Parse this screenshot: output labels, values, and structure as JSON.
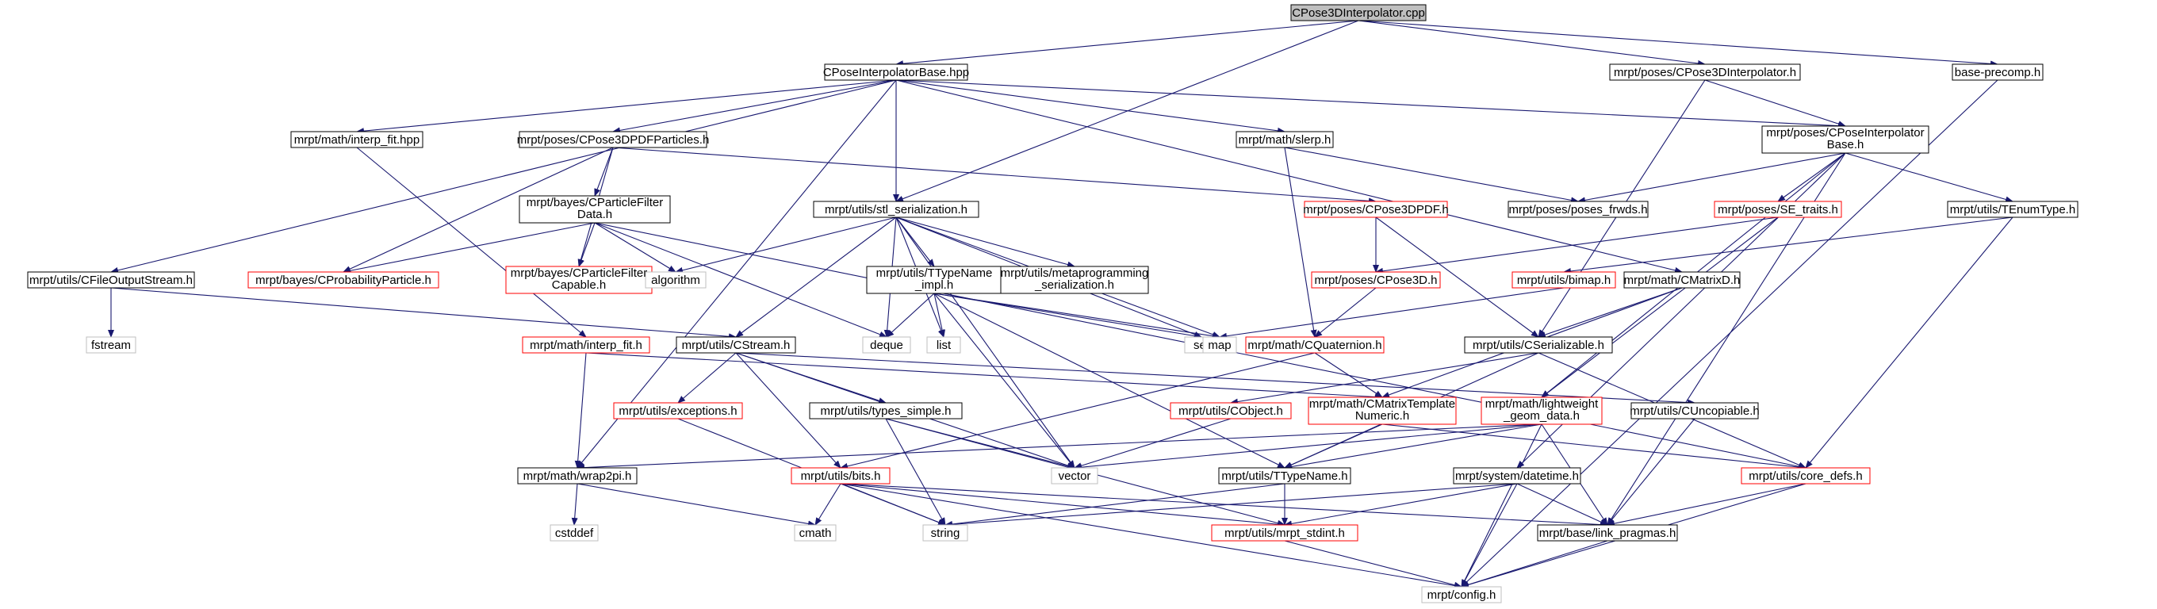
{
  "colors": {
    "root_fill": "#bfbfbf",
    "normal_border": "#000000",
    "truncated_border": "#ff0000",
    "system_border": "#bfbfbf",
    "edge": "#191970"
  },
  "nodes": [
    {
      "id": "root",
      "lines": [
        "CPose3DInterpolator.cpp"
      ],
      "kind": "root"
    },
    {
      "id": "cposeinterp_hpp",
      "lines": [
        "CPoseInterpolatorBase.hpp"
      ],
      "kind": "normal"
    },
    {
      "id": "poses_cpose3dinterp_h",
      "lines": [
        "mrpt/poses/CPose3DInterpolator.h"
      ],
      "kind": "normal"
    },
    {
      "id": "base_precomp",
      "lines": [
        "base-precomp.h"
      ],
      "kind": "normal"
    },
    {
      "id": "interp_fit_hpp",
      "lines": [
        "mrpt/math/interp_fit.hpp"
      ],
      "kind": "normal"
    },
    {
      "id": "cpose3dpdfparticles",
      "lines": [
        "mrpt/poses/CPose3DPDFParticles.h"
      ],
      "kind": "normal"
    },
    {
      "id": "slerp",
      "lines": [
        "mrpt/math/slerp.h"
      ],
      "kind": "normal"
    },
    {
      "id": "cposeinterp_base_h",
      "lines": [
        "mrpt/poses/CPoseInterpolator",
        "Base.h"
      ],
      "kind": "normal"
    },
    {
      "id": "cparticlefilterdata",
      "lines": [
        "mrpt/bayes/CParticleFilter",
        "Data.h"
      ],
      "kind": "normal"
    },
    {
      "id": "stl_serialization",
      "lines": [
        "mrpt/utils/stl_serialization.h"
      ],
      "kind": "normal"
    },
    {
      "id": "cpose3dpdf",
      "lines": [
        "mrpt/poses/CPose3DPDF.h"
      ],
      "kind": "truncated"
    },
    {
      "id": "poses_frwds",
      "lines": [
        "mrpt/poses/poses_frwds.h"
      ],
      "kind": "normal"
    },
    {
      "id": "se_traits",
      "lines": [
        "mrpt/poses/SE_traits.h"
      ],
      "kind": "truncated"
    },
    {
      "id": "tenumtype",
      "lines": [
        "mrpt/utils/TEnumType.h"
      ],
      "kind": "normal"
    },
    {
      "id": "cfileoutputstream",
      "lines": [
        "mrpt/utils/CFileOutputStream.h"
      ],
      "kind": "normal"
    },
    {
      "id": "cprobabilityparticle",
      "lines": [
        "mrpt/bayes/CProbabilityParticle.h"
      ],
      "kind": "truncated"
    },
    {
      "id": "cparticlefiltercapable",
      "lines": [
        "mrpt/bayes/CParticleFilter",
        "Capable.h"
      ],
      "kind": "truncated"
    },
    {
      "id": "algorithm",
      "lines": [
        "algorithm"
      ],
      "kind": "system"
    },
    {
      "id": "ttypename_impl",
      "lines": [
        "mrpt/utils/TTypeName",
        "_impl.h"
      ],
      "kind": "normal"
    },
    {
      "id": "metaprog",
      "lines": [
        "mrpt/utils/metaprogramming",
        "_serialization.h"
      ],
      "kind": "normal"
    },
    {
      "id": "cpose3d",
      "lines": [
        "mrpt/poses/CPose3D.h"
      ],
      "kind": "truncated"
    },
    {
      "id": "bimap",
      "lines": [
        "mrpt/utils/bimap.h"
      ],
      "kind": "truncated"
    },
    {
      "id": "cmatrixd",
      "lines": [
        "mrpt/math/CMatrixD.h"
      ],
      "kind": "normal"
    },
    {
      "id": "fstream",
      "lines": [
        "fstream"
      ],
      "kind": "system"
    },
    {
      "id": "cstream",
      "lines": [
        "mrpt/utils/CStream.h"
      ],
      "kind": "normal"
    },
    {
      "id": "interp_fit_h",
      "lines": [
        "mrpt/math/interp_fit.h"
      ],
      "kind": "truncated"
    },
    {
      "id": "deque",
      "lines": [
        "deque"
      ],
      "kind": "system"
    },
    {
      "id": "list",
      "lines": [
        "list"
      ],
      "kind": "system"
    },
    {
      "id": "set",
      "lines": [
        "set"
      ],
      "kind": "system"
    },
    {
      "id": "map",
      "lines": [
        "map"
      ],
      "kind": "system"
    },
    {
      "id": "cquaternion",
      "lines": [
        "mrpt/math/CQuaternion.h"
      ],
      "kind": "truncated"
    },
    {
      "id": "cserializable",
      "lines": [
        "mrpt/utils/CSerializable.h"
      ],
      "kind": "normal"
    },
    {
      "id": "exceptions",
      "lines": [
        "mrpt/utils/exceptions.h"
      ],
      "kind": "truncated"
    },
    {
      "id": "types_simple",
      "lines": [
        "mrpt/utils/types_simple.h"
      ],
      "kind": "normal"
    },
    {
      "id": "cobject",
      "lines": [
        "mrpt/utils/CObject.h"
      ],
      "kind": "truncated"
    },
    {
      "id": "cmatrixtemplate",
      "lines": [
        "mrpt/math/CMatrixTemplate",
        "Numeric.h"
      ],
      "kind": "truncated"
    },
    {
      "id": "lightweight",
      "lines": [
        "mrpt/math/lightweight",
        "_geom_data.h"
      ],
      "kind": "truncated"
    },
    {
      "id": "cuncopiable",
      "lines": [
        "mrpt/utils/CUncopiable.h"
      ],
      "kind": "normal"
    },
    {
      "id": "vector",
      "lines": [
        "vector"
      ],
      "kind": "system"
    },
    {
      "id": "wrap2pi",
      "lines": [
        "mrpt/math/wrap2pi.h"
      ],
      "kind": "normal"
    },
    {
      "id": "bits",
      "lines": [
        "mrpt/utils/bits.h"
      ],
      "kind": "truncated"
    },
    {
      "id": "ttypename",
      "lines": [
        "mrpt/utils/TTypeName.h"
      ],
      "kind": "normal"
    },
    {
      "id": "datetime",
      "lines": [
        "mrpt/system/datetime.h"
      ],
      "kind": "normal"
    },
    {
      "id": "core_defs",
      "lines": [
        "mrpt/utils/core_defs.h"
      ],
      "kind": "truncated"
    },
    {
      "id": "cstddef",
      "lines": [
        "cstddef"
      ],
      "kind": "system"
    },
    {
      "id": "cmath",
      "lines": [
        "cmath"
      ],
      "kind": "system"
    },
    {
      "id": "string",
      "lines": [
        "string"
      ],
      "kind": "system"
    },
    {
      "id": "mrpt_stdint",
      "lines": [
        "mrpt/utils/mrpt_stdint.h"
      ],
      "kind": "truncated"
    },
    {
      "id": "link_pragmas",
      "lines": [
        "mrpt/base/link_pragmas.h"
      ],
      "kind": "normal"
    },
    {
      "id": "config",
      "lines": [
        "mrpt/config.h"
      ],
      "kind": "system"
    }
  ],
  "edges": [
    [
      "root",
      "cposeinterp_hpp"
    ],
    [
      "root",
      "poses_cpose3dinterp_h"
    ],
    [
      "root",
      "base_precomp"
    ],
    [
      "root",
      "stl_serialization"
    ],
    [
      "cposeinterp_hpp",
      "interp_fit_hpp"
    ],
    [
      "cposeinterp_hpp",
      "cpose3dpdfparticles"
    ],
    [
      "cposeinterp_hpp",
      "slerp"
    ],
    [
      "cposeinterp_hpp",
      "cposeinterp_base_h"
    ],
    [
      "cposeinterp_hpp",
      "stl_serialization"
    ],
    [
      "cposeinterp_hpp",
      "cfileoutputstream"
    ],
    [
      "cposeinterp_hpp",
      "cmatrixd"
    ],
    [
      "cposeinterp_hpp",
      "wrap2pi"
    ],
    [
      "poses_cpose3dinterp_h",
      "cposeinterp_base_h"
    ],
    [
      "poses_cpose3dinterp_h",
      "cserializable"
    ],
    [
      "base_precomp",
      "config"
    ],
    [
      "interp_fit_hpp",
      "interp_fit_h"
    ],
    [
      "cpose3dpdfparticles",
      "cparticlefilterdata"
    ],
    [
      "cpose3dpdfparticles",
      "cpose3dpdf"
    ],
    [
      "cpose3dpdfparticles",
      "cprobabilityparticle"
    ],
    [
      "cpose3dpdfparticles",
      "cparticlefiltercapable"
    ],
    [
      "slerp",
      "poses_frwds"
    ],
    [
      "slerp",
      "cquaternion"
    ],
    [
      "cposeinterp_base_h",
      "poses_frwds"
    ],
    [
      "cposeinterp_base_h",
      "se_traits"
    ],
    [
      "cposeinterp_base_h",
      "tenumtype"
    ],
    [
      "cposeinterp_base_h",
      "datetime"
    ],
    [
      "cposeinterp_base_h",
      "lightweight"
    ],
    [
      "cposeinterp_base_h",
      "link_pragmas"
    ],
    [
      "cparticlefilterdata",
      "cprobabilityparticle"
    ],
    [
      "cparticlefilterdata",
      "cparticlefiltercapable"
    ],
    [
      "cparticlefilterdata",
      "algorithm"
    ],
    [
      "cparticlefilterdata",
      "deque"
    ],
    [
      "cparticlefilterdata",
      "core_defs"
    ],
    [
      "stl_serialization",
      "algorithm"
    ],
    [
      "stl_serialization",
      "ttypename_impl"
    ],
    [
      "stl_serialization",
      "metaprog"
    ],
    [
      "stl_serialization",
      "cstream"
    ],
    [
      "stl_serialization",
      "deque"
    ],
    [
      "stl_serialization",
      "list"
    ],
    [
      "stl_serialization",
      "set"
    ],
    [
      "stl_serialization",
      "map"
    ],
    [
      "stl_serialization",
      "vector"
    ],
    [
      "cpose3dpdf",
      "cpose3d"
    ],
    [
      "cpose3dpdf",
      "cserializable"
    ],
    [
      "se_traits",
      "cpose3d"
    ],
    [
      "se_traits",
      "lightweight"
    ],
    [
      "tenumtype",
      "bimap"
    ],
    [
      "tenumtype",
      "core_defs"
    ],
    [
      "cfileoutputstream",
      "fstream"
    ],
    [
      "cfileoutputstream",
      "cstream"
    ],
    [
      "ttypename_impl",
      "deque"
    ],
    [
      "ttypename_impl",
      "list"
    ],
    [
      "ttypename_impl",
      "set"
    ],
    [
      "ttypename_impl",
      "map"
    ],
    [
      "ttypename_impl",
      "vector"
    ],
    [
      "ttypename_impl",
      "ttypename"
    ],
    [
      "cpose3d",
      "cquaternion"
    ],
    [
      "bimap",
      "map"
    ],
    [
      "cmatrixd",
      "cserializable"
    ],
    [
      "cmatrixd",
      "cmatrixtemplate"
    ],
    [
      "cstream",
      "exceptions"
    ],
    [
      "cstream",
      "types_simple"
    ],
    [
      "cstream",
      "cuncopiable"
    ],
    [
      "cstream",
      "bits"
    ],
    [
      "cstream",
      "vector"
    ],
    [
      "interp_fit_h",
      "wrap2pi"
    ],
    [
      "interp_fit_h",
      "cmatrixtemplate"
    ],
    [
      "cquaternion",
      "cmatrixtemplate"
    ],
    [
      "cquaternion",
      "bits"
    ],
    [
      "cserializable",
      "cobject"
    ],
    [
      "cserializable",
      "ttypename"
    ],
    [
      "cserializable",
      "core_defs"
    ],
    [
      "exceptions",
      "string"
    ],
    [
      "types_simple",
      "vector"
    ],
    [
      "types_simple",
      "string"
    ],
    [
      "types_simple",
      "mrpt_stdint"
    ],
    [
      "cobject",
      "vector"
    ],
    [
      "cmatrixtemplate",
      "ttypename"
    ],
    [
      "cmatrixtemplate",
      "core_defs"
    ],
    [
      "lightweight",
      "wrap2pi"
    ],
    [
      "lightweight",
      "vector"
    ],
    [
      "lightweight",
      "ttypename"
    ],
    [
      "lightweight",
      "link_pragmas"
    ],
    [
      "lightweight",
      "config"
    ],
    [
      "cuncopiable",
      "link_pragmas"
    ],
    [
      "wrap2pi",
      "cstddef"
    ],
    [
      "wrap2pi",
      "cmath"
    ],
    [
      "bits",
      "cmath"
    ],
    [
      "bits",
      "string"
    ],
    [
      "bits",
      "mrpt_stdint"
    ],
    [
      "bits",
      "link_pragmas"
    ],
    [
      "bits",
      "config"
    ],
    [
      "ttypename",
      "string"
    ],
    [
      "ttypename",
      "mrpt_stdint"
    ],
    [
      "datetime",
      "string"
    ],
    [
      "datetime",
      "mrpt_stdint"
    ],
    [
      "datetime",
      "link_pragmas"
    ],
    [
      "datetime",
      "config"
    ],
    [
      "core_defs",
      "link_pragmas"
    ],
    [
      "core_defs",
      "config"
    ],
    [
      "mrpt_stdint",
      "config"
    ],
    [
      "link_pragmas",
      "config"
    ]
  ]
}
